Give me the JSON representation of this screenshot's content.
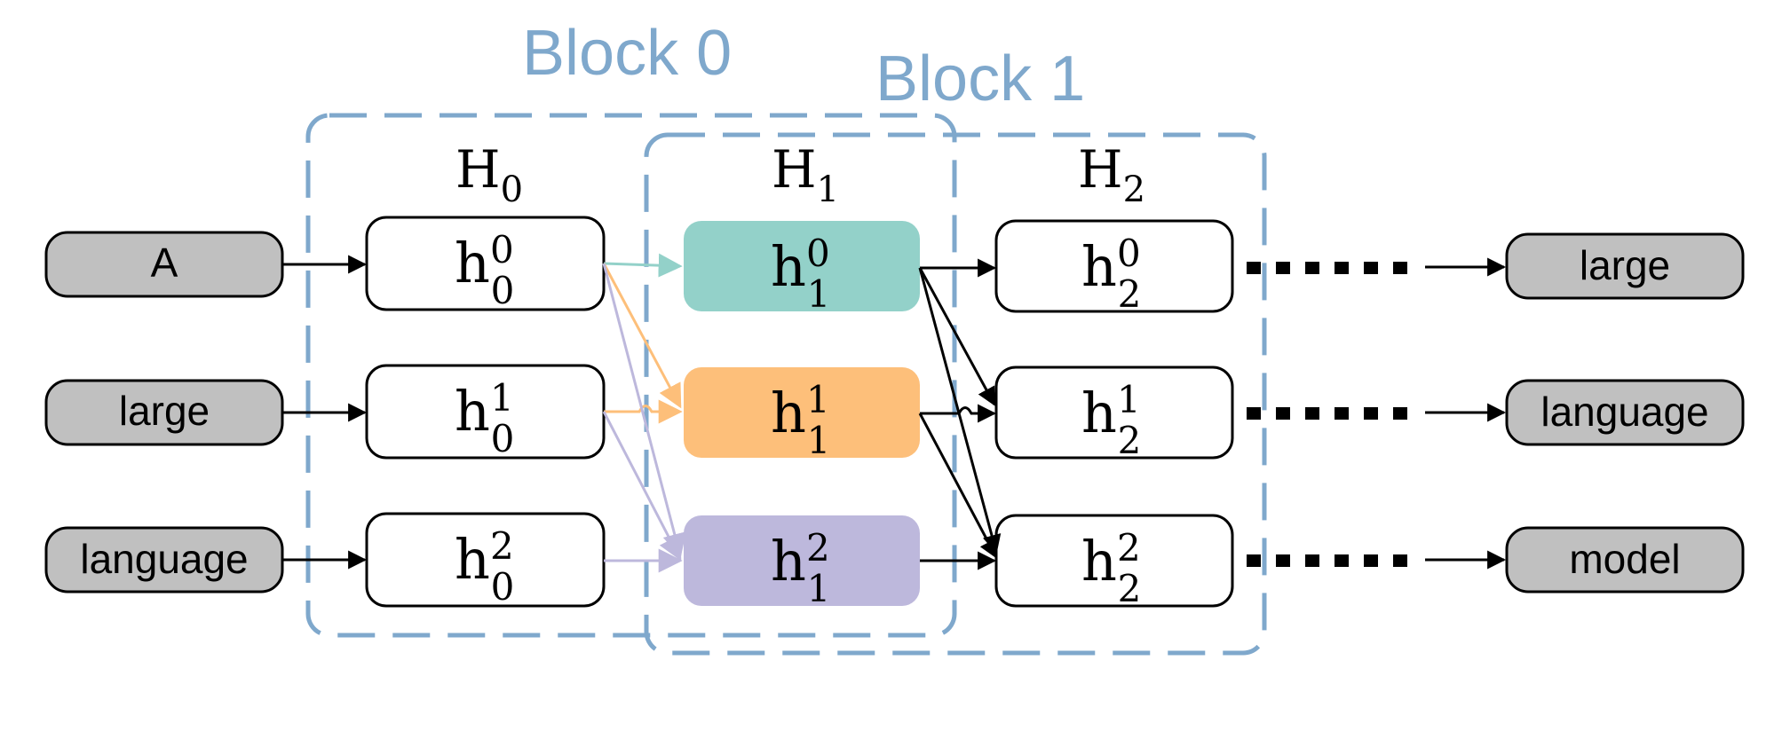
{
  "blocks": [
    {
      "label": "Block 0",
      "color": "#7fa8cc"
    },
    {
      "label": "Block 1",
      "color": "#7fa8cc"
    }
  ],
  "layers": [
    {
      "base": "H",
      "sub": "0"
    },
    {
      "base": "H",
      "sub": "1"
    },
    {
      "base": "H",
      "sub": "2"
    }
  ],
  "inputs": [
    "A",
    "large",
    "language"
  ],
  "outputs": [
    "large",
    "language",
    "model"
  ],
  "hidden": {
    "base": "h",
    "nodes": [
      [
        {
          "sup": "0",
          "sub": "0"
        },
        {
          "sup": "1",
          "sub": "0"
        },
        {
          "sup": "2",
          "sub": "0"
        }
      ],
      [
        {
          "sup": "0",
          "sub": "1"
        },
        {
          "sup": "1",
          "sub": "1"
        },
        {
          "sup": "2",
          "sub": "1"
        }
      ],
      [
        {
          "sup": "0",
          "sub": "2"
        },
        {
          "sup": "1",
          "sub": "2"
        },
        {
          "sup": "2",
          "sub": "2"
        }
      ]
    ]
  },
  "colors": {
    "token_fill": "#c0c0c0",
    "h1_row0": "#93d1c9",
    "h1_row1": "#fdbf7a",
    "h1_row2": "#bdb8dc",
    "block_border": "#7fa8cc"
  }
}
